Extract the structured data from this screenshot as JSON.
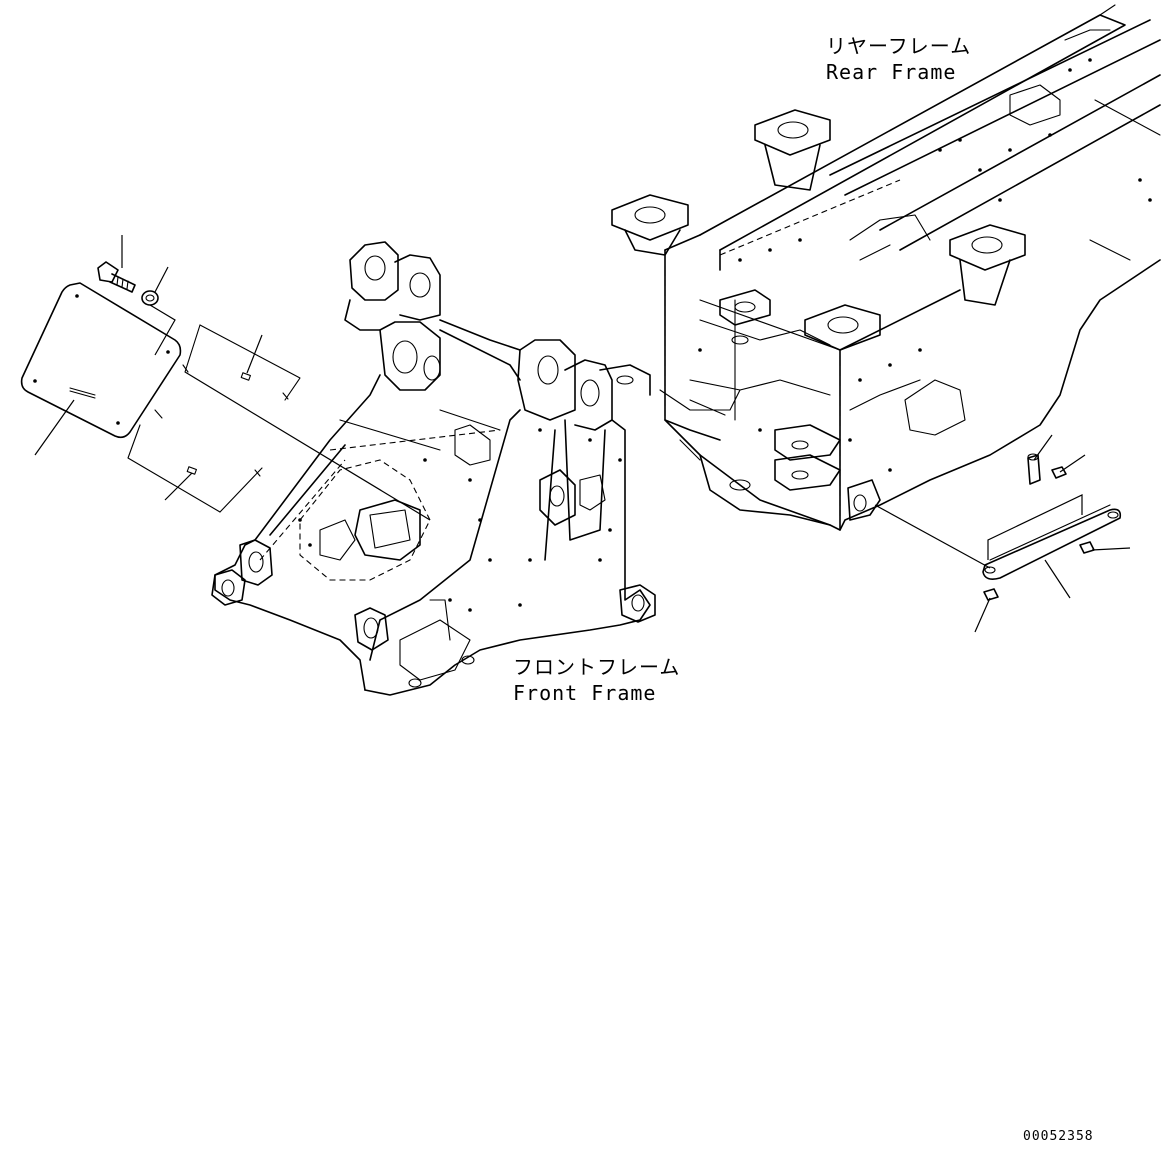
{
  "labels": {
    "rear_frame_jp": "リヤーフレーム",
    "rear_frame_en": "Rear Frame",
    "front_frame_jp": "フロントフレーム",
    "front_frame_en": "Front Frame"
  },
  "drawing_number": "00052358"
}
